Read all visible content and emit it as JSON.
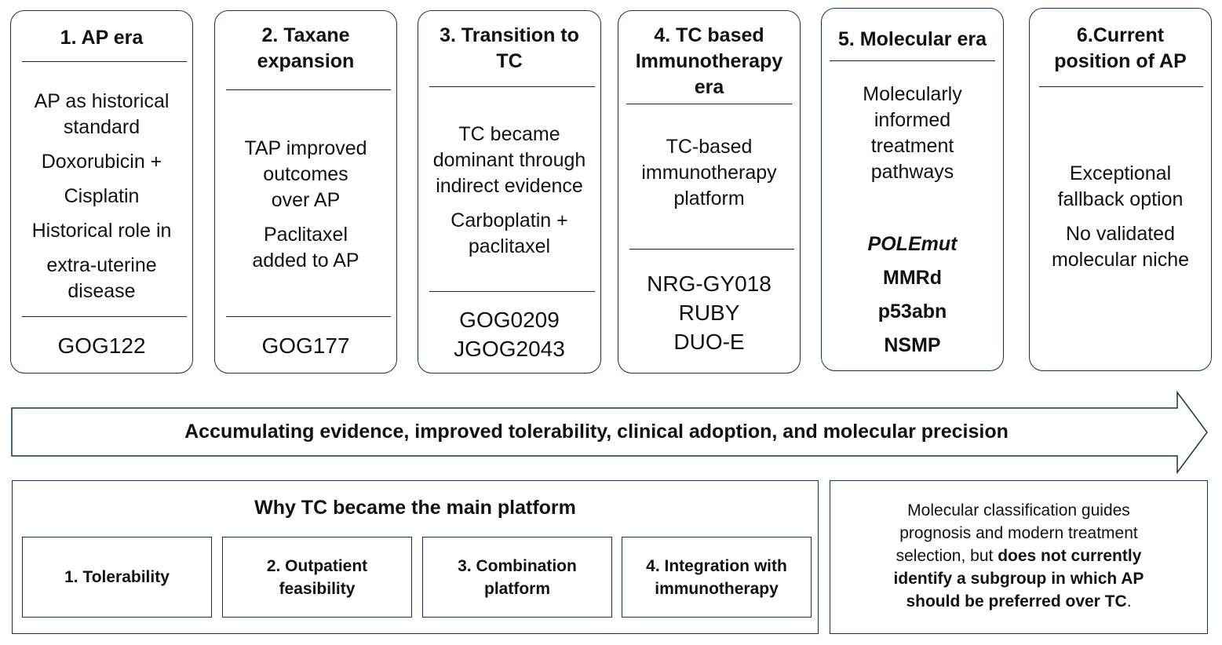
{
  "stages": [
    {
      "title_lines": [
        "1. AP era"
      ],
      "points": [
        [
          "AP as historical",
          "standard"
        ],
        [
          "Doxorubicin +"
        ],
        [
          "Cisplatin"
        ],
        [
          "Historical role in"
        ],
        [
          "extra-uterine",
          "disease"
        ]
      ],
      "trials": [
        "GOG122"
      ]
    },
    {
      "title_lines": [
        "2. Taxane",
        "expansion"
      ],
      "points": [
        [
          "TAP improved",
          "outcomes",
          "over AP"
        ],
        [
          "Paclitaxel",
          "added to AP"
        ]
      ],
      "trials": [
        "GOG177"
      ]
    },
    {
      "title_lines": [
        "3. Transition to",
        "TC"
      ],
      "points": [
        [
          "TC became",
          "dominant through",
          "indirect evidence"
        ],
        [
          "Carboplatin +",
          "paclitaxel"
        ]
      ],
      "trials": [
        "GOG0209",
        "JGOG2043"
      ]
    },
    {
      "title_lines": [
        "4. TC based",
        "Immunotherapy",
        "era"
      ],
      "points": [
        [
          "TC-based",
          "immunotherapy",
          "platform"
        ]
      ],
      "trials": [
        "NRG-GY018",
        "RUBY",
        "DUO-E"
      ]
    },
    {
      "title_lines": [
        "5. Molecular era"
      ],
      "points": [
        [
          "Molecularly",
          "informed",
          "treatment",
          "pathways"
        ]
      ],
      "subgroups": [
        "POLEmut",
        "MMRd",
        "p53abn",
        "NSMP"
      ]
    },
    {
      "title_lines": [
        "6.Current",
        "position of AP"
      ],
      "points": [
        [
          "Exceptional",
          "fallback option"
        ],
        [
          "No validated",
          "molecular niche"
        ]
      ]
    }
  ],
  "timeline_arrow": {
    "label": "Accumulating evidence, improved tolerability, clinical adoption, and molecular precision"
  },
  "why_tc": {
    "title": "Why TC became the main platform",
    "reasons": [
      [
        "1. Tolerability"
      ],
      [
        "2. Outpatient",
        "feasibility"
      ],
      [
        "3. Combination",
        "platform"
      ],
      [
        "4. Integration with",
        "immunotherapy"
      ]
    ]
  },
  "molecular_note": {
    "lines": [
      {
        "plain": "Molecular classification guides"
      },
      {
        "plain": "prognosis and modern treatment"
      },
      {
        "plain": "selection, but ",
        "bold": "does not currently"
      },
      {
        "bold": "identify a subgroup in which AP"
      },
      {
        "bold": "should be preferred over TC",
        "plain_after": "."
      }
    ]
  },
  "colors": {
    "border": "#1f2d45",
    "text": "#111111",
    "background": "#ffffff"
  }
}
